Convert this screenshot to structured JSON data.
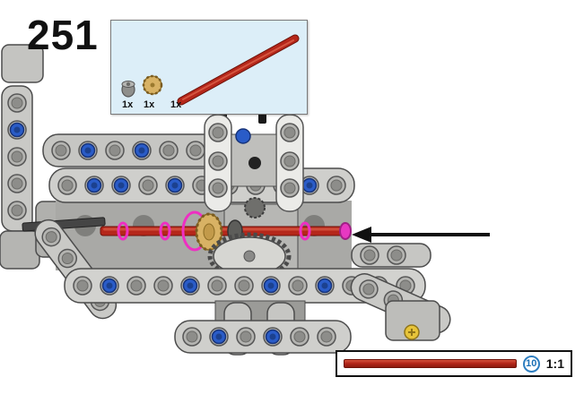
{
  "step": {
    "number": "251"
  },
  "parts_box": {
    "items": [
      {
        "qty": "1x",
        "name": "gray-half-bushing"
      },
      {
        "qty": "1x",
        "name": "tan-gear-12-tooth"
      },
      {
        "qty": "1x",
        "name": "red-axle-10"
      }
    ]
  },
  "scale_indicator": {
    "length": "10",
    "ratio": "1:1"
  },
  "colors": {
    "axle_red": "#b5271a",
    "highlight_magenta": "#ee2fc2",
    "pin_blue": "#2a5cc8",
    "gear_tan": "#d8b264",
    "beam_gray": "#cfcfcc",
    "callout_bg": "#dceef8",
    "bushing_yellow": "#e7c43a"
  }
}
